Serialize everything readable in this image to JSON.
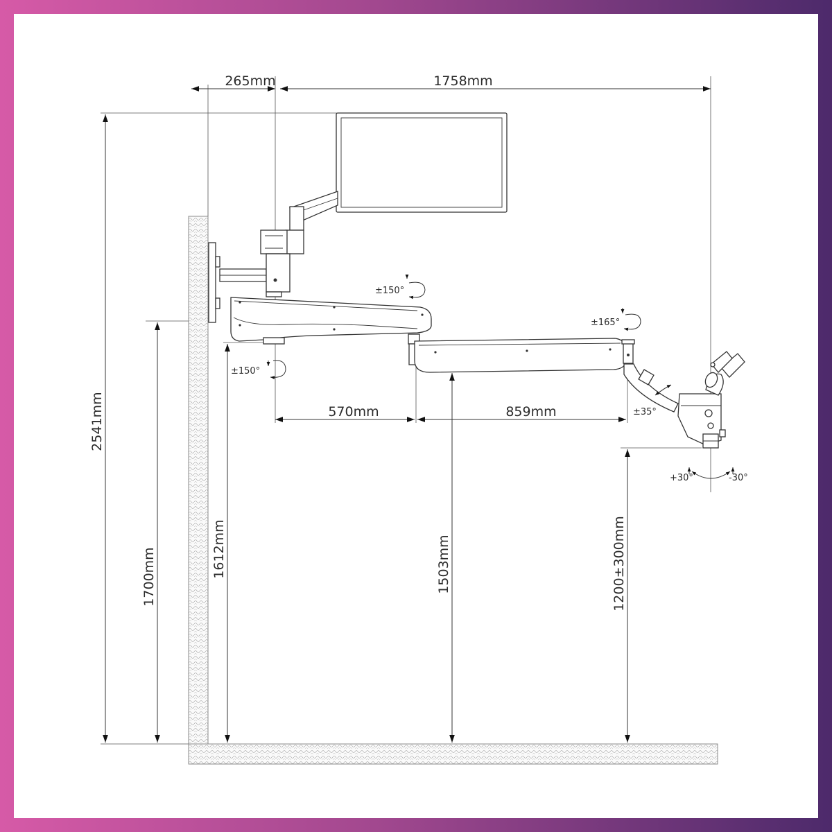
{
  "dimensions": {
    "top_left": "265mm",
    "top_reach": "1758mm",
    "total_height": "2541mm",
    "wall_mount_height": "1700mm",
    "arm_pivot_height": "1612mm",
    "second_arm_height": "1503mm",
    "head_height": "1200±300mm",
    "arm1_length": "570mm",
    "arm2_length": "859mm"
  },
  "angles": {
    "arm1_top": "±150°",
    "arm1_bottom": "±150°",
    "arm2": "±165°",
    "head_tilt": "±35°",
    "head_plus": "+30°",
    "head_minus": "-30°"
  },
  "colors": {
    "frame_start": "#d65aa7",
    "frame_end": "#4d2a6b",
    "line": "#333333"
  }
}
